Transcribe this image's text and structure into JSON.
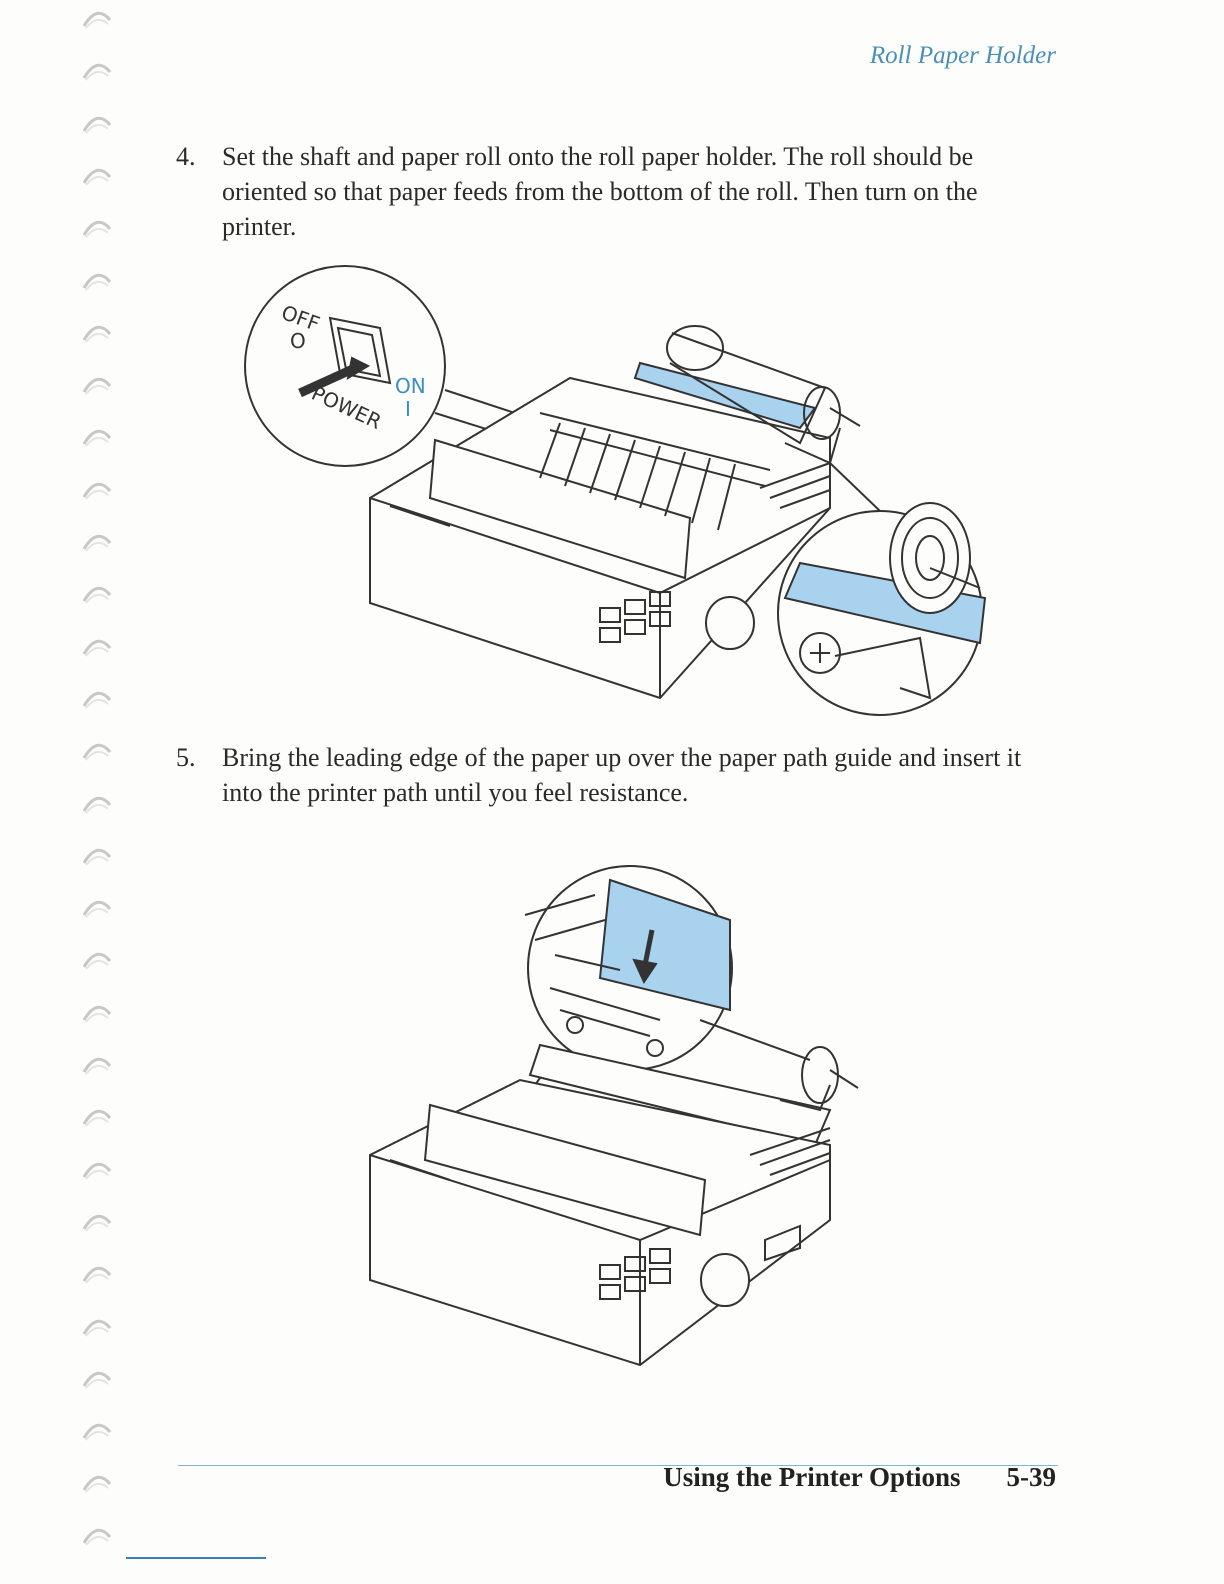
{
  "header": {
    "section": "Roll Paper Holder"
  },
  "steps": [
    {
      "number": "4.",
      "text": "Set the shaft and paper roll onto the roll paper holder. The roll should be oriented so that paper feeds from the bottom of the roll. Then turn on the printer."
    },
    {
      "number": "5.",
      "text": "Bring the leading edge of the paper up over the paper path guide and insert it into the printer path until you feel resistance."
    }
  ],
  "figure1": {
    "switch_off_label": "OFF",
    "switch_off_symbol": "O",
    "switch_on_label": "ON",
    "switch_on_symbol": "I",
    "power_label": "POWER"
  },
  "footer": {
    "chapter": "Using the Printer Options",
    "page": "5-39"
  },
  "colors": {
    "accent_blue": "#a9d2ee",
    "heading_blue": "#4a8fb8"
  }
}
